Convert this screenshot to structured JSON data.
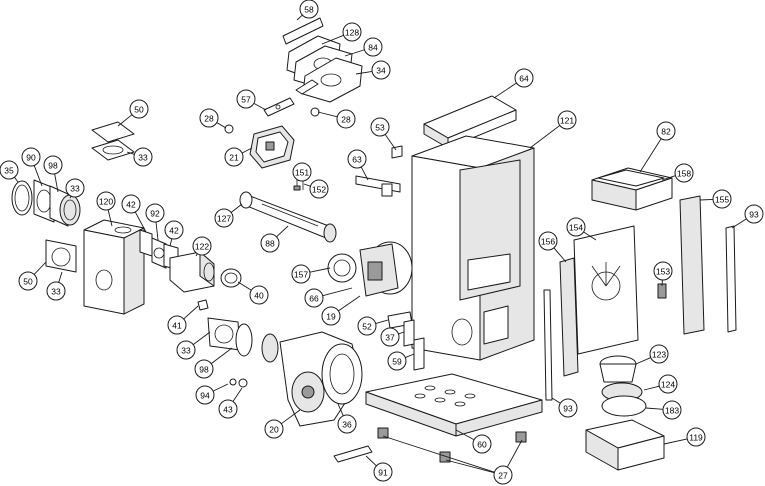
{
  "callouts": [
    {
      "id": "c58",
      "label": "58"
    },
    {
      "id": "c128",
      "label": "128"
    },
    {
      "id": "c84",
      "label": "84"
    },
    {
      "id": "c34",
      "label": "34"
    },
    {
      "id": "c28a",
      "label": "28"
    },
    {
      "id": "c57",
      "label": "57"
    },
    {
      "id": "c28b",
      "label": "28"
    },
    {
      "id": "c50a",
      "label": "50"
    },
    {
      "id": "c33a",
      "label": "33"
    },
    {
      "id": "c21",
      "label": "21"
    },
    {
      "id": "c64",
      "label": "64"
    },
    {
      "id": "c53",
      "label": "53"
    },
    {
      "id": "c121",
      "label": "121"
    },
    {
      "id": "c82",
      "label": "82"
    },
    {
      "id": "c63",
      "label": "63"
    },
    {
      "id": "c158",
      "label": "158"
    },
    {
      "id": "c35",
      "label": "35"
    },
    {
      "id": "c90",
      "label": "90"
    },
    {
      "id": "c98a",
      "label": "98"
    },
    {
      "id": "c33b",
      "label": "33"
    },
    {
      "id": "c151",
      "label": "151"
    },
    {
      "id": "c152",
      "label": "152"
    },
    {
      "id": "c120",
      "label": "120"
    },
    {
      "id": "c42a",
      "label": "42"
    },
    {
      "id": "c92",
      "label": "92"
    },
    {
      "id": "c127",
      "label": "127"
    },
    {
      "id": "c42b",
      "label": "42"
    },
    {
      "id": "c88",
      "label": "88"
    },
    {
      "id": "c155",
      "label": "155"
    },
    {
      "id": "c93a",
      "label": "93"
    },
    {
      "id": "c154",
      "label": "154"
    },
    {
      "id": "c156",
      "label": "156"
    },
    {
      "id": "c122",
      "label": "122"
    },
    {
      "id": "c50b",
      "label": "50"
    },
    {
      "id": "c157",
      "label": "157"
    },
    {
      "id": "c153",
      "label": "153"
    },
    {
      "id": "c33c",
      "label": "33"
    },
    {
      "id": "c40",
      "label": "40"
    },
    {
      "id": "c66",
      "label": "66"
    },
    {
      "id": "c41",
      "label": "41"
    },
    {
      "id": "c19",
      "label": "19"
    },
    {
      "id": "c52",
      "label": "52"
    },
    {
      "id": "c37",
      "label": "37"
    },
    {
      "id": "c33d",
      "label": "33"
    },
    {
      "id": "c123",
      "label": "123"
    },
    {
      "id": "c59",
      "label": "59"
    },
    {
      "id": "c98b",
      "label": "98"
    },
    {
      "id": "c124",
      "label": "124"
    },
    {
      "id": "c94",
      "label": "94"
    },
    {
      "id": "c43",
      "label": "43"
    },
    {
      "id": "c93b",
      "label": "93"
    },
    {
      "id": "c183",
      "label": "183"
    },
    {
      "id": "c36",
      "label": "36"
    },
    {
      "id": "c20",
      "label": "20"
    },
    {
      "id": "c119",
      "label": "119"
    },
    {
      "id": "c60",
      "label": "60"
    },
    {
      "id": "c27",
      "label": "27"
    },
    {
      "id": "c91",
      "label": "91"
    }
  ]
}
